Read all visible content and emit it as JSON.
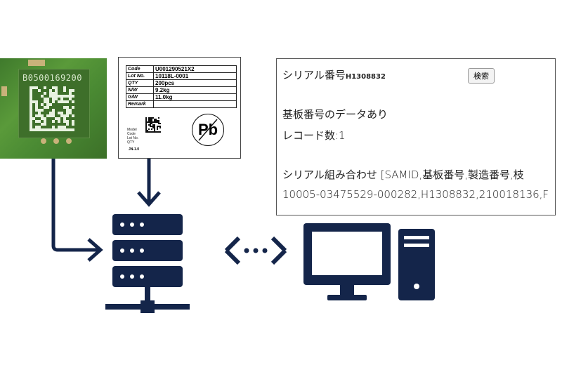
{
  "pcb_photo": {
    "serial_text": "B0500169200"
  },
  "label": {
    "rows": [
      {
        "key": "Code",
        "value": "U001290521X2"
      },
      {
        "key": "Lot No.",
        "value": "10118L-0001"
      },
      {
        "key": "QTY",
        "value": "200pcs"
      },
      {
        "key": "N/W",
        "value": "9.2kg"
      },
      {
        "key": "G/W",
        "value": "11.0kg"
      },
      {
        "key": "Remark",
        "value": ""
      }
    ],
    "small_lines": [
      "Model",
      "Code",
      "Lot No.",
      "QTY"
    ],
    "footer": "JN-1.0",
    "pb_mark": "Pb"
  },
  "screen": {
    "serial_label": "シリアル番号",
    "serial_value": "H1308832",
    "search_button": "検索",
    "found_text": "基板番号のデータあり",
    "record_count": "レコード数:1",
    "combo_header": "シリアル組み合わせ [SAMID,基板番号,製造番号,枝",
    "combo_value": "10005-03475529-000282,H1308832,210018136,F"
  },
  "colors": {
    "navy": "#14254a",
    "pcb_green": "#4a8a33"
  },
  "icons": [
    "server-icon",
    "desktop-computer-icon",
    "bidirectional-arrow-icon",
    "arrow-down-icon",
    "arrow-right-icon"
  ]
}
